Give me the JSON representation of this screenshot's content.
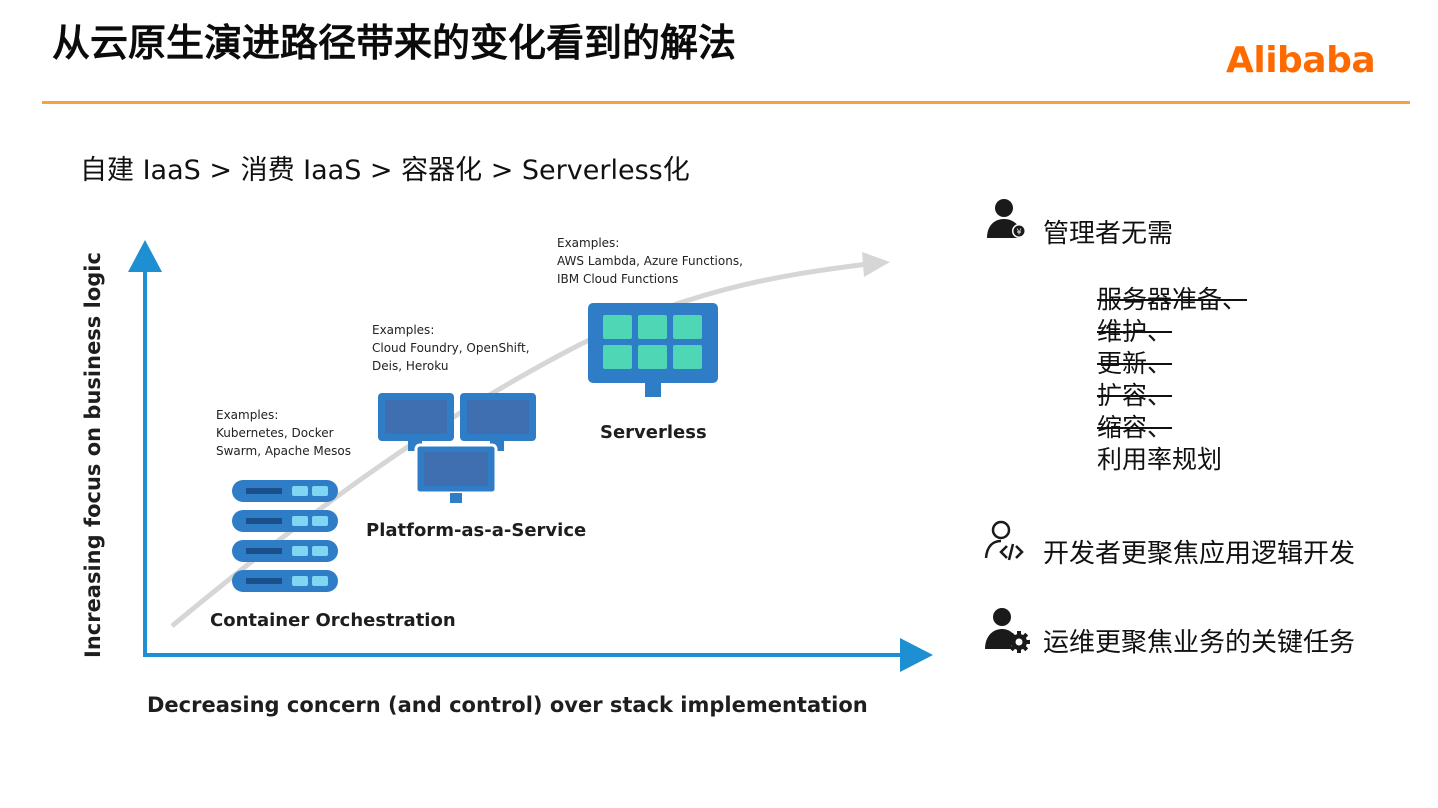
{
  "header": {
    "title": "从云原生演进路径带来的变化看到的解法",
    "logo": "Alibaba"
  },
  "subtitle": "自建 IaaS > 消费 IaaS > 容器化 > Serverless化",
  "diagram": {
    "y_axis_label": "Increasing focus on business logic",
    "x_axis_label": "Decreasing concern (and control) over stack implementation",
    "stages": [
      {
        "name": "Container Orchestration",
        "examples_heading": "Examples:",
        "examples_lines": [
          "Kubernetes, Docker",
          "Swarm, Apache Mesos"
        ]
      },
      {
        "name": "Platform-as-a-Service",
        "examples_heading": "Examples:",
        "examples_lines": [
          "Cloud Foundry, OpenShift,",
          "Deis, Heroku"
        ]
      },
      {
        "name": "Serverless",
        "examples_heading": "Examples:",
        "examples_lines": [
          "AWS Lambda, Azure Functions,",
          "IBM Cloud Functions"
        ]
      }
    ]
  },
  "right_panel": {
    "admin": {
      "icon": "admin-user-icon",
      "title": "管理者无需",
      "struck_items": [
        "服务器准备、",
        "维护、",
        "更新、",
        "扩容、",
        "缩容、"
      ],
      "last_item": "利用率规划"
    },
    "developer": {
      "icon": "developer-code-icon",
      "text": "开发者更聚焦应用逻辑开发"
    },
    "ops": {
      "icon": "ops-gear-user-icon",
      "text": "运维更聚焦业务的关键任务"
    }
  },
  "colors": {
    "accent": "#ff6a00",
    "rule": "#f7a23e",
    "axis_blue": "#1e8fd0",
    "icon_blue": "#2a6fb5",
    "icon_light": "#5bc6e8",
    "serverless_teal": "#4fd6b4"
  }
}
